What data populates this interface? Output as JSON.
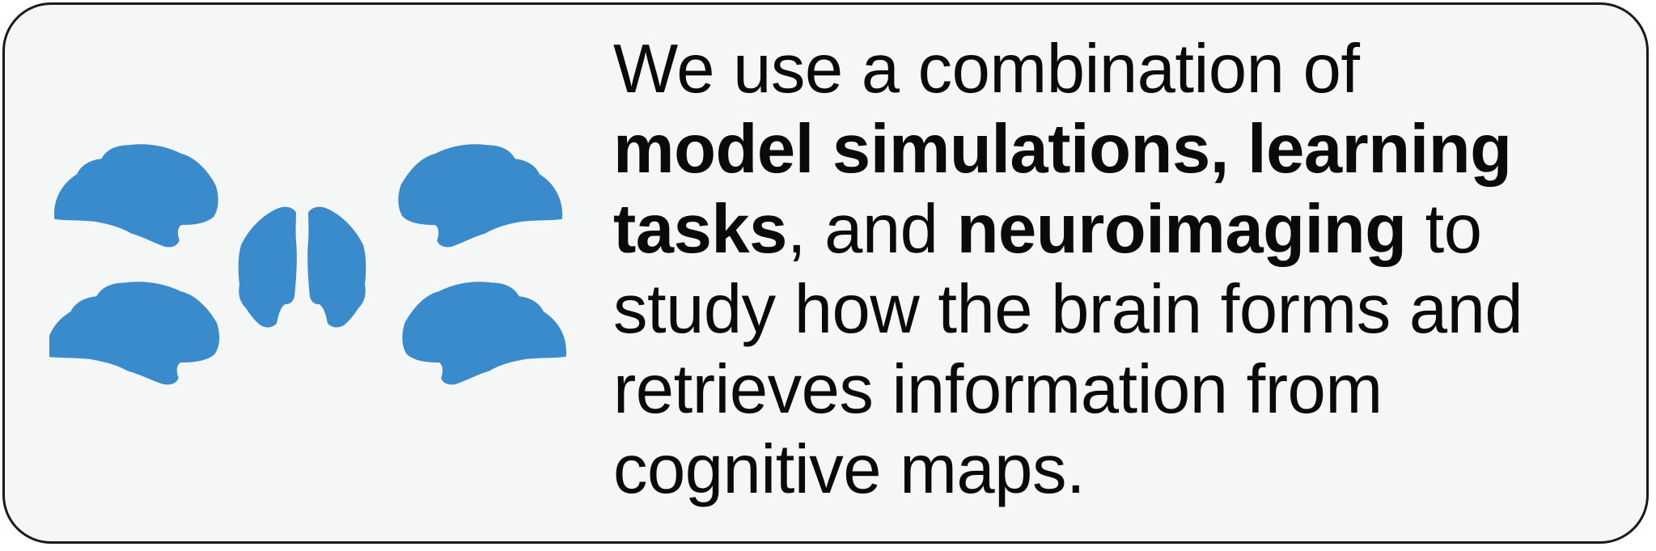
{
  "colors": {
    "brain_fill": "#3a8bcb",
    "card_background": "#f5f6f6",
    "card_border": "#1a1a1a",
    "text": "#0a0a0a"
  },
  "icons": [
    "brain-left-lateral-icon",
    "brain-right-lateral-icon",
    "brain-midsagittal-icon"
  ],
  "blurb": {
    "l1": "We use a combination of",
    "l2_b1": "model simulations,",
    "l2_t1": " ",
    "l2_b2": "learning",
    "l3_b1": "tasks",
    "l3_t1": ", and ",
    "l3_b2": "neuroimaging",
    "l3_t2": " to",
    "l4": "study how the brain forms and",
    "l5": "retrieves information from",
    "l6": "cognitive maps."
  }
}
